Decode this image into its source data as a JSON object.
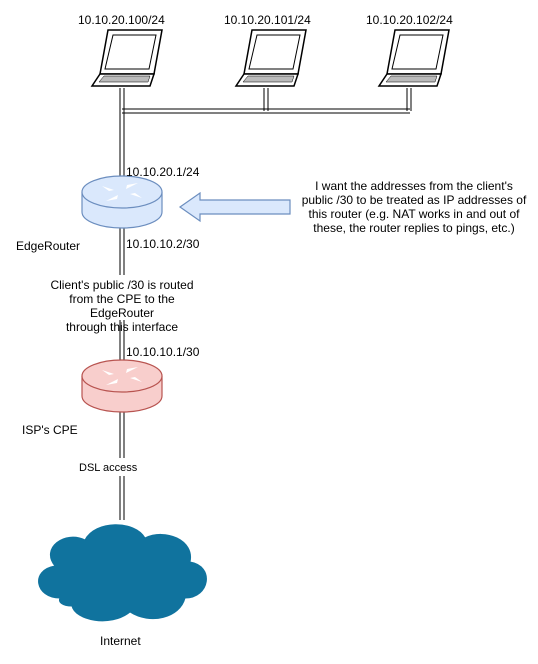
{
  "laptops": [
    {
      "ip": "10.10.20.100/24"
    },
    {
      "ip": "10.10.20.101/24"
    },
    {
      "ip": "10.10.20.102/24"
    }
  ],
  "edge_router": {
    "name": "EdgeRouter",
    "lan_ip": "10.10.20.1/24",
    "wan_ip": "10.10.10.2/30",
    "color": "#dae8fc"
  },
  "isp_cpe": {
    "name": "ISP's CPE",
    "lan_ip": "10.10.10.1/30",
    "color": "#f8cecc"
  },
  "link_note": "Client's public /30 is routed\nfrom the CPE to the EdgeRouter\nthrough this interface",
  "dsl_label": "DSL access",
  "internet": {
    "name": "Internet",
    "color": "#10739e"
  },
  "arrow_note": "I want the addresses from the client's\npublic /30 to be treated as IP addresses of\nthis router (e.g. NAT works in and out of\nthese, the router replies to pings, etc.)"
}
